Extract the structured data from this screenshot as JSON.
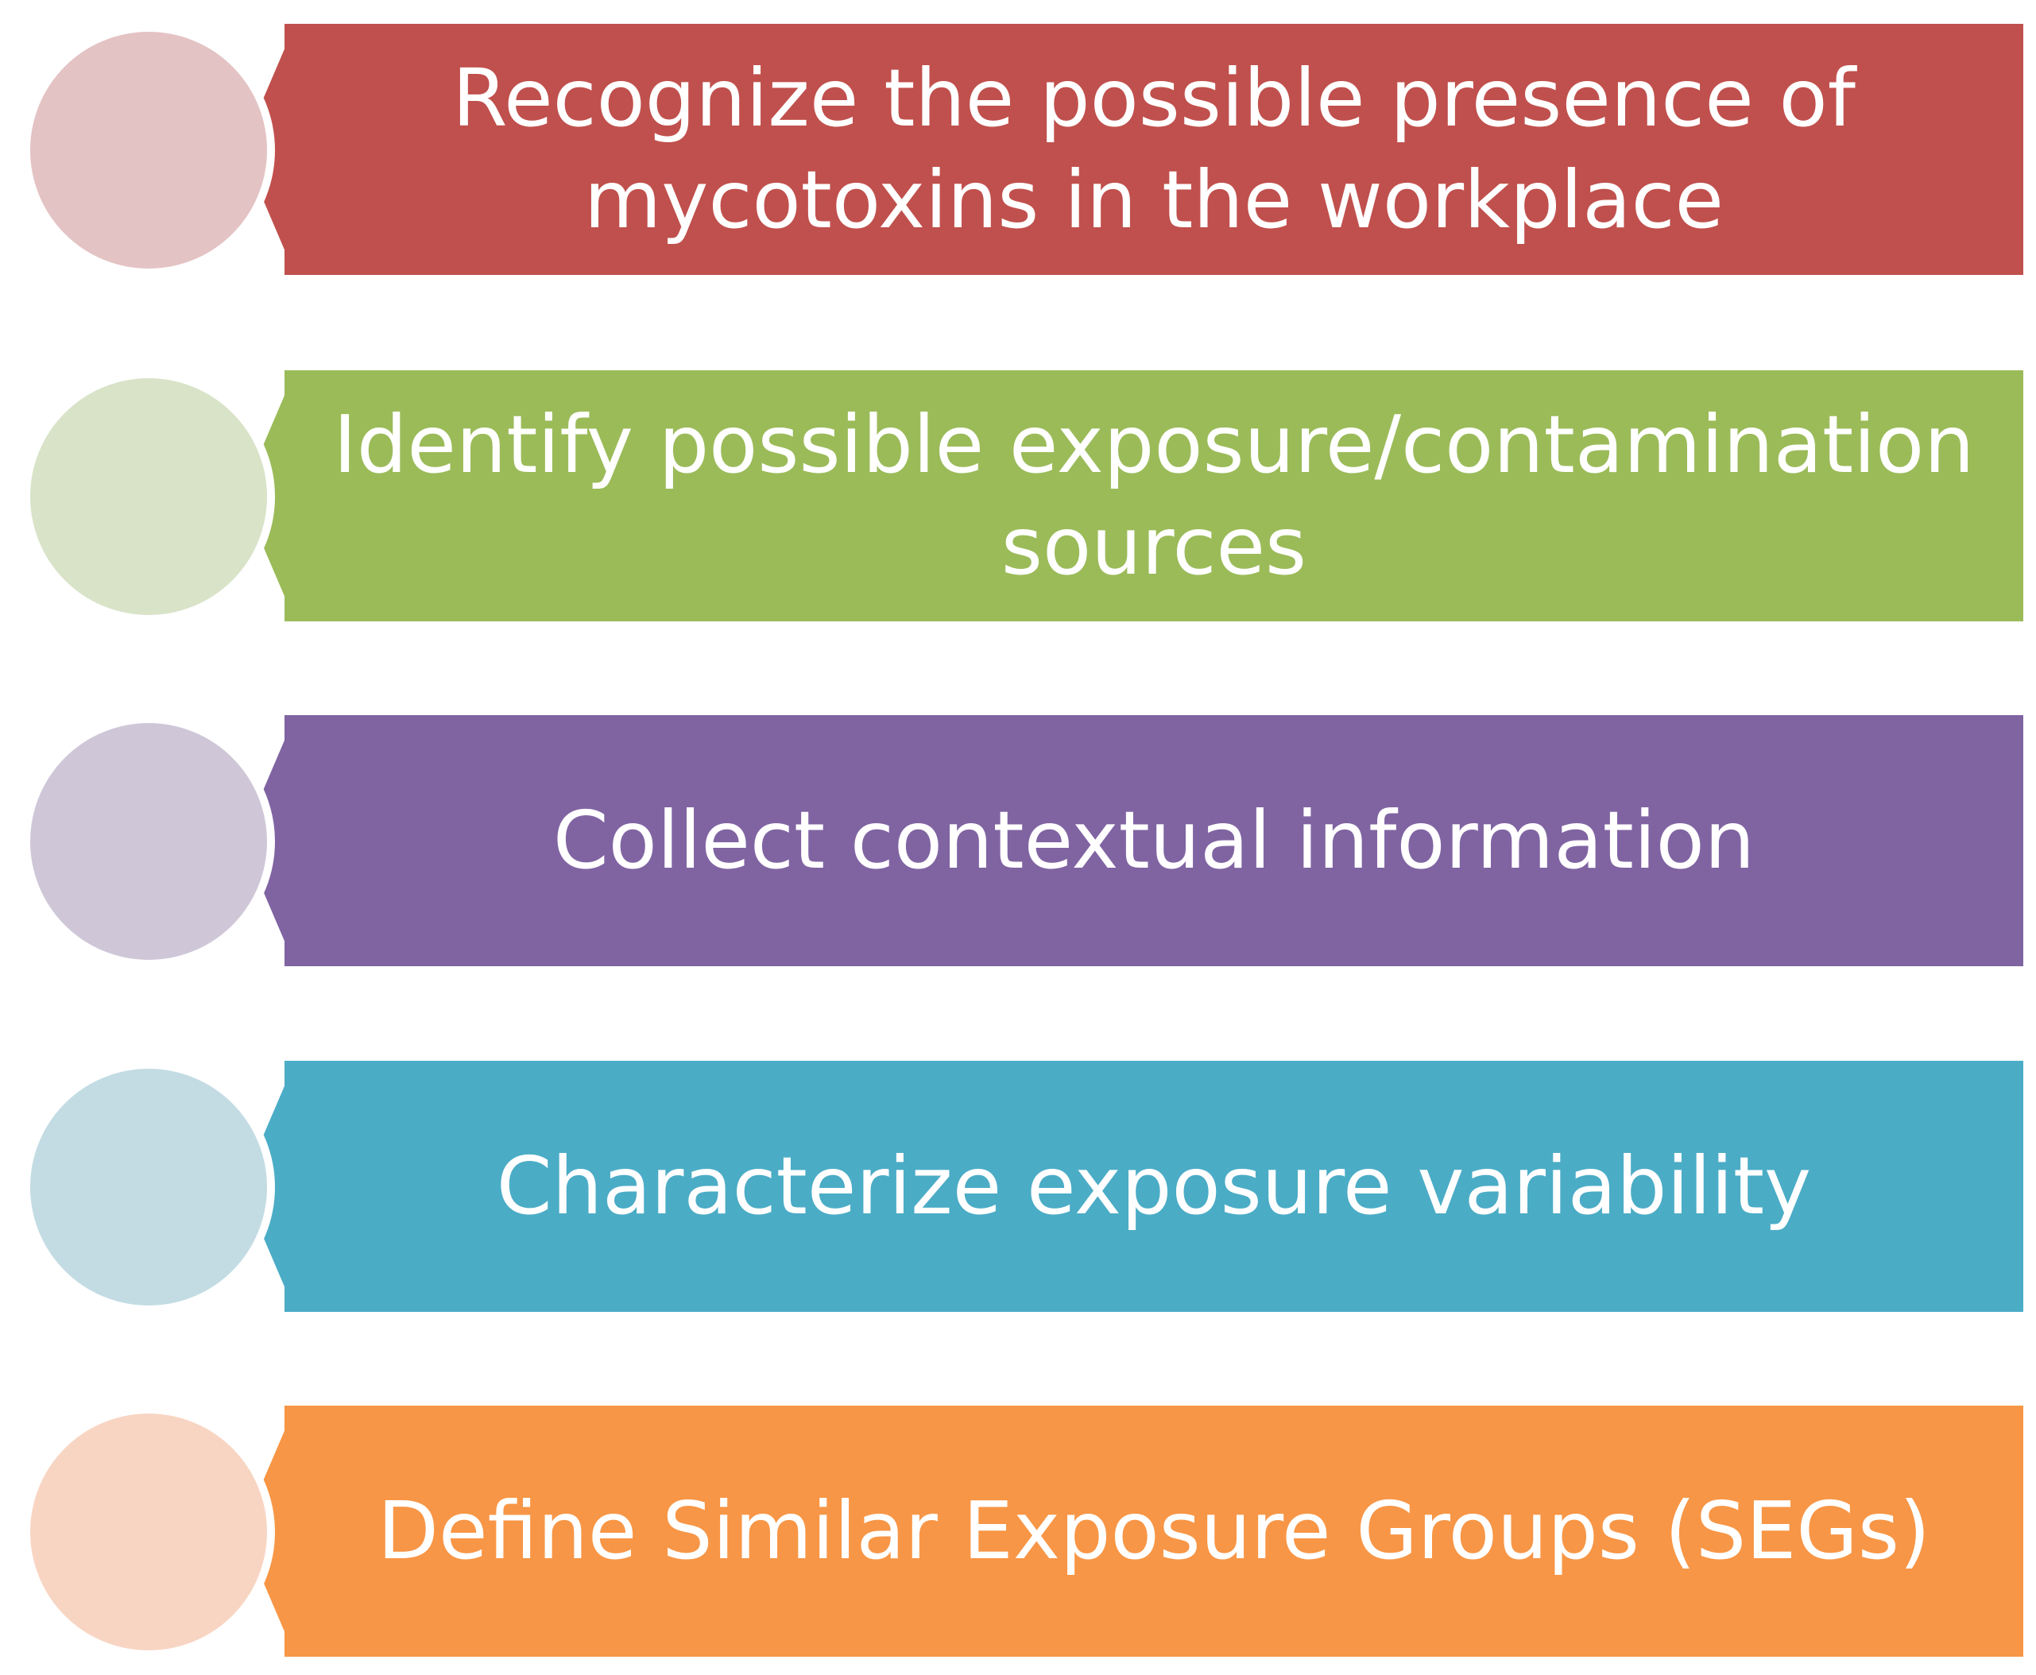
{
  "steps": [
    {
      "label": "Recognize the possible presence of\nmycotoxins in the workplace",
      "color": "#C0504D",
      "circle_color": "#E4C3C4"
    },
    {
      "label": "Identify possible exposure/contamination\nsources",
      "color": "#9BBB59",
      "circle_color": "#D8E3C8"
    },
    {
      "label": "Collect contextual information",
      "color": "#8064A2",
      "circle_color": "#CFC7D8"
    },
    {
      "label": "Characterize exposure variability",
      "color": "#4BACC6",
      "circle_color": "#C3DCE4"
    },
    {
      "label": "Define Similar Exposure Groups (SEGs)",
      "color": "#F79646",
      "circle_color": "#F8D5C3"
    }
  ]
}
